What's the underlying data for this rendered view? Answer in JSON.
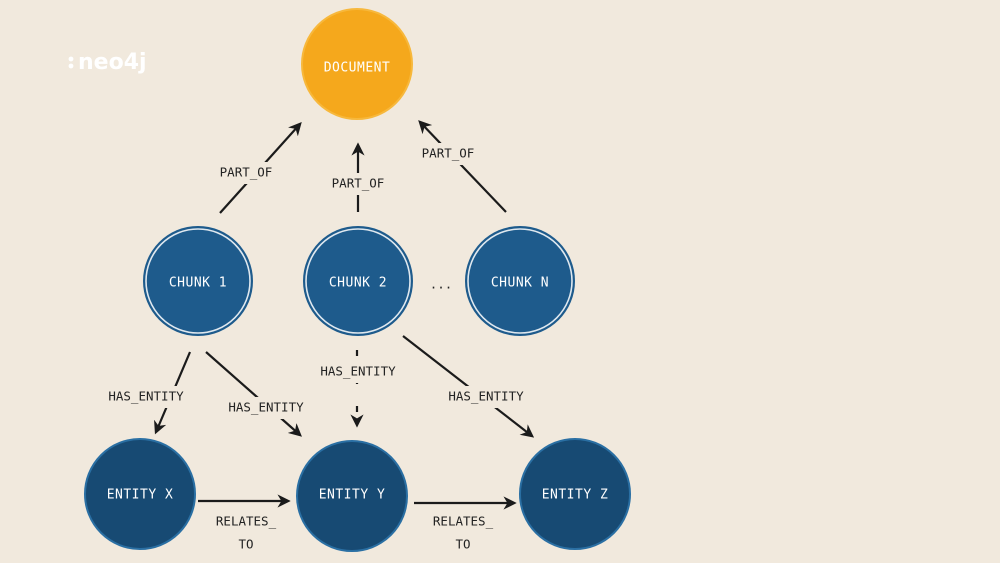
{
  "logo": {
    "text": "neo4j"
  },
  "colors": {
    "background": "#f1e9dd",
    "document": "#f5a81c",
    "chunk": "#1e5b8c",
    "entity": "#174a73",
    "rim": "#2a6fa3",
    "edge": "#1b1b1b"
  },
  "nodes": {
    "document": "DOCUMENT",
    "chunk1": "CHUNK 1",
    "chunk2": "CHUNK 2",
    "chunkN": "CHUNK N",
    "ellipsis": "...",
    "entityX": "ENTITY X",
    "entityY": "ENTITY Y",
    "entityZ": "ENTITY Z"
  },
  "edges": {
    "part_of": "PART_OF",
    "has_entity": "HAS_ENTITY",
    "relates_1": "RELATES_",
    "relates_2": "TO"
  }
}
